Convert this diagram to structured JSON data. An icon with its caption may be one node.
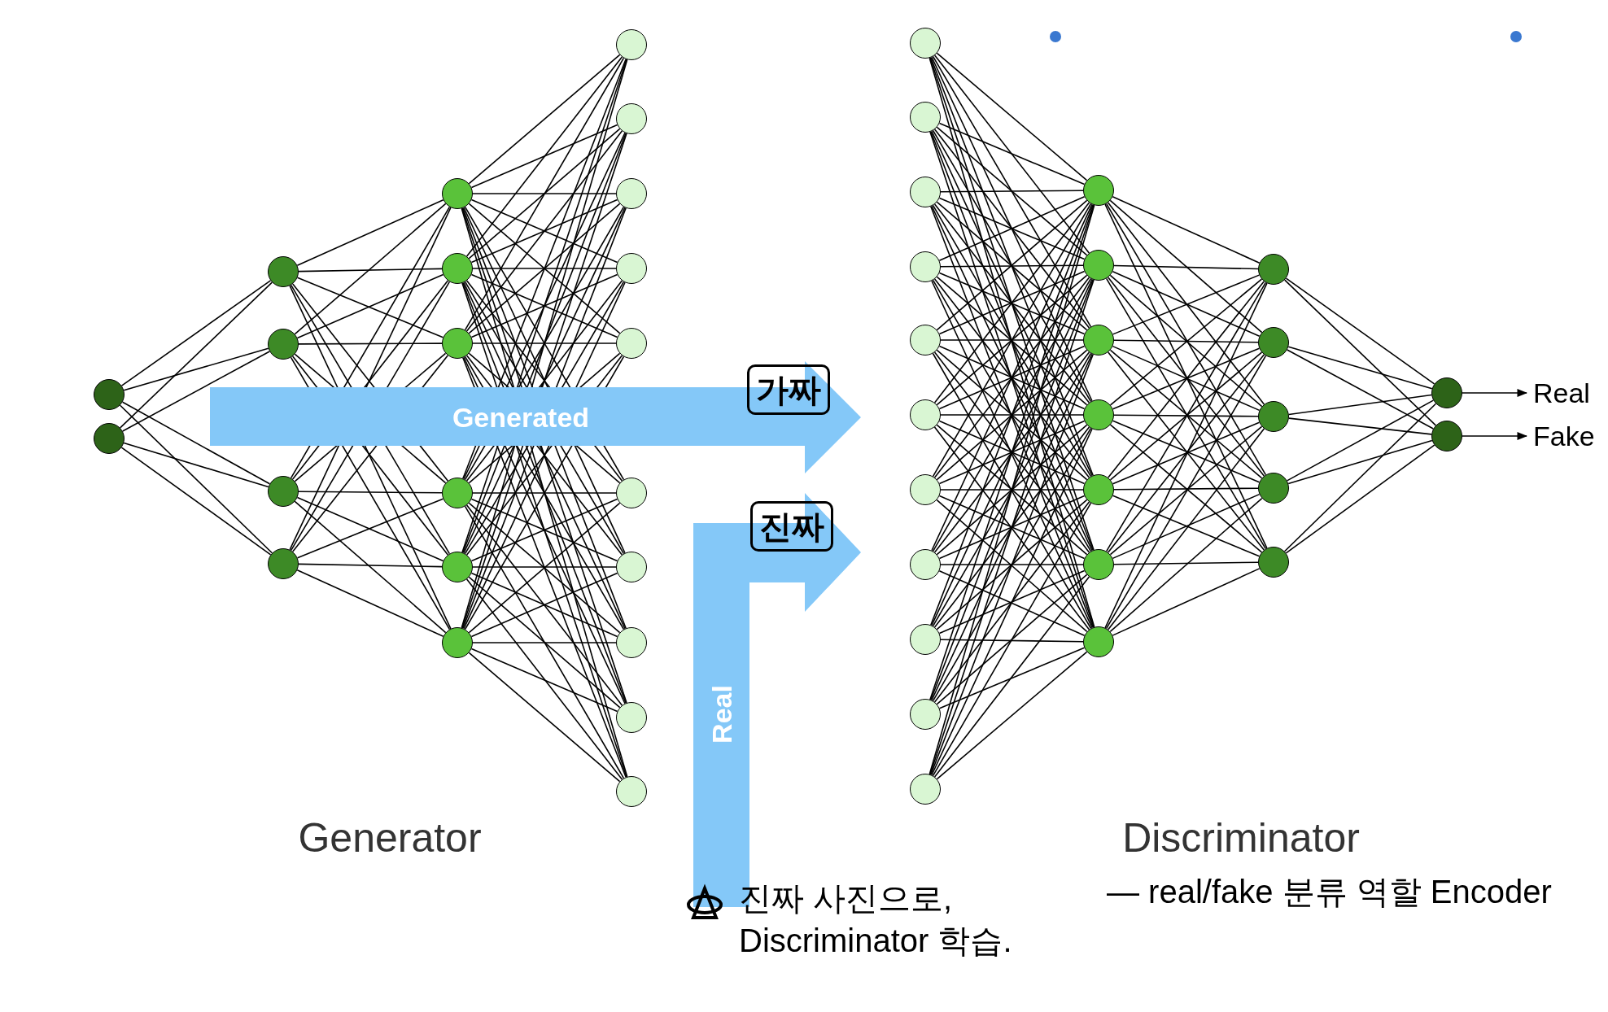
{
  "diagram": {
    "nodes": [
      {
        "text": [],
        "shape": "circle"
      },
      {
        "text": [],
        "shape": "circle"
      },
      {
        "text": [],
        "shape": "circle"
      },
      {
        "text": [],
        "shape": "circle"
      },
      {
        "text": [],
        "shape": "circle"
      },
      {
        "text": [],
        "shape": "circle"
      },
      {
        "text": [],
        "shape": "circle"
      },
      {
        "text": [],
        "shape": "circle"
      },
      {
        "text": [],
        "shape": "circle"
      },
      {
        "text": [],
        "shape": "circle"
      },
      {
        "text": [],
        "shape": "circle"
      },
      {
        "text": [],
        "shape": "circle"
      },
      {
        "text": [],
        "shape": "circle"
      },
      {
        "text": [],
        "shape": "circle"
      },
      {
        "text": [],
        "shape": "circle"
      },
      {
        "text": [],
        "shape": "circle"
      },
      {
        "text": [],
        "shape": "circle"
      },
      {
        "text": [],
        "shape": "circle"
      },
      {
        "text": [],
        "shape": "circle"
      },
      {
        "text": [],
        "shape": "circle"
      },
      {
        "text": [],
        "shape": "circle"
      },
      {
        "text": [],
        "shape": "circle"
      },
      {
        "text": [],
        "shape": "circle"
      },
      {
        "text": [],
        "shape": "circle"
      },
      {
        "text": [],
        "shape": "circle"
      },
      {
        "text": [],
        "shape": "circle"
      },
      {
        "text": [],
        "shape": "circle"
      },
      {
        "text": [],
        "shape": "circle"
      },
      {
        "text": [],
        "shape": "circle"
      },
      {
        "text": [],
        "shape": "circle"
      },
      {
        "text": [],
        "shape": "circle"
      },
      {
        "text": [],
        "shape": "circle"
      },
      {
        "text": [],
        "shape": "circle"
      },
      {
        "text": [],
        "shape": "circle"
      },
      {
        "text": [],
        "shape": "circle"
      },
      {
        "text": [],
        "shape": "circle"
      },
      {
        "text": [],
        "shape": "circle"
      },
      {
        "text": [],
        "shape": "circle"
      },
      {
        "text": [],
        "shape": "circle"
      },
      {
        "text": [],
        "shape": "circle"
      },
      {
        "text": [],
        "shape": "circle"
      },
      {
        "text": [],
        "shape": "circle"
      },
      {
        "text": [],
        "shape": "circle"
      },
      {
        "text": [],
        "shape": "circle"
      },
      {
        "text": [],
        "shape": "circle"
      },
      {
        "text": [],
        "shape": "circle"
      },
      {
        "text": [],
        "shape": "circle"
      },
      {
        "text": [
          "Real"
        ]
      },
      {
        "text": [
          "Fake"
        ]
      }
    ],
    "edges": [
      {
        "from": 0,
        "to": 2,
        "arrow": "none"
      },
      {
        "from": 0,
        "to": 3,
        "arrow": "none"
      },
      {
        "from": 0,
        "to": 4,
        "arrow": "none"
      },
      {
        "from": 0,
        "to": 5,
        "arrow": "none"
      },
      {
        "from": 1,
        "to": 2,
        "arrow": "none"
      },
      {
        "from": 1,
        "to": 3,
        "arrow": "none"
      },
      {
        "from": 1,
        "to": 4,
        "arrow": "none"
      },
      {
        "from": 1,
        "to": 5,
        "arrow": "none"
      },
      {
        "from": 2,
        "to": 6,
        "arrow": "none"
      },
      {
        "from": 2,
        "to": 7,
        "arrow": "none"
      },
      {
        "from": 2,
        "to": 8,
        "arrow": "none"
      },
      {
        "from": 2,
        "to": 9,
        "arrow": "none"
      },
      {
        "from": 2,
        "to": 10,
        "arrow": "none"
      },
      {
        "from": 2,
        "to": 11,
        "arrow": "none"
      },
      {
        "from": 3,
        "to": 6,
        "arrow": "none"
      },
      {
        "from": 3,
        "to": 7,
        "arrow": "none"
      },
      {
        "from": 3,
        "to": 8,
        "arrow": "none"
      },
      {
        "from": 3,
        "to": 9,
        "arrow": "none"
      },
      {
        "from": 3,
        "to": 10,
        "arrow": "none"
      },
      {
        "from": 3,
        "to": 11,
        "arrow": "none"
      },
      {
        "from": 4,
        "to": 6,
        "arrow": "none"
      },
      {
        "from": 4,
        "to": 7,
        "arrow": "none"
      },
      {
        "from": 4,
        "to": 8,
        "arrow": "none"
      },
      {
        "from": 4,
        "to": 9,
        "arrow": "none"
      },
      {
        "from": 4,
        "to": 10,
        "arrow": "none"
      },
      {
        "from": 4,
        "to": 11,
        "arrow": "none"
      },
      {
        "from": 5,
        "to": 6,
        "arrow": "none"
      },
      {
        "from": 5,
        "to": 7,
        "arrow": "none"
      },
      {
        "from": 5,
        "to": 8,
        "arrow": "none"
      },
      {
        "from": 5,
        "to": 9,
        "arrow": "none"
      },
      {
        "from": 5,
        "to": 10,
        "arrow": "none"
      },
      {
        "from": 5,
        "to": 11,
        "arrow": "none"
      },
      {
        "from": 6,
        "to": 12,
        "arrow": "none"
      },
      {
        "from": 6,
        "to": 13,
        "arrow": "none"
      },
      {
        "from": 6,
        "to": 14,
        "arrow": "none"
      },
      {
        "from": 6,
        "to": 15,
        "arrow": "none"
      },
      {
        "from": 6,
        "to": 16,
        "arrow": "none"
      },
      {
        "from": 6,
        "to": 17,
        "arrow": "none"
      },
      {
        "from": 6,
        "to": 18,
        "arrow": "none"
      },
      {
        "from": 6,
        "to": 19,
        "arrow": "none"
      },
      {
        "from": 6,
        "to": 20,
        "arrow": "none"
      },
      {
        "from": 6,
        "to": 21,
        "arrow": "none"
      },
      {
        "from": 7,
        "to": 12,
        "arrow": "none"
      },
      {
        "from": 7,
        "to": 13,
        "arrow": "none"
      },
      {
        "from": 7,
        "to": 14,
        "arrow": "none"
      },
      {
        "from": 7,
        "to": 15,
        "arrow": "none"
      },
      {
        "from": 7,
        "to": 16,
        "arrow": "none"
      },
      {
        "from": 7,
        "to": 17,
        "arrow": "none"
      },
      {
        "from": 7,
        "to": 18,
        "arrow": "none"
      },
      {
        "from": 7,
        "to": 19,
        "arrow": "none"
      },
      {
        "from": 7,
        "to": 20,
        "arrow": "none"
      },
      {
        "from": 7,
        "to": 21,
        "arrow": "none"
      },
      {
        "from": 8,
        "to": 12,
        "arrow": "none"
      },
      {
        "from": 8,
        "to": 13,
        "arrow": "none"
      },
      {
        "from": 8,
        "to": 14,
        "arrow": "none"
      },
      {
        "from": 8,
        "to": 15,
        "arrow": "none"
      },
      {
        "from": 8,
        "to": 16,
        "arrow": "none"
      },
      {
        "from": 8,
        "to": 17,
        "arrow": "none"
      },
      {
        "from": 8,
        "to": 18,
        "arrow": "none"
      },
      {
        "from": 8,
        "to": 19,
        "arrow": "none"
      },
      {
        "from": 8,
        "to": 20,
        "arrow": "none"
      },
      {
        "from": 8,
        "to": 21,
        "arrow": "none"
      },
      {
        "from": 9,
        "to": 12,
        "arrow": "none"
      },
      {
        "from": 9,
        "to": 13,
        "arrow": "none"
      },
      {
        "from": 9,
        "to": 14,
        "arrow": "none"
      },
      {
        "from": 9,
        "to": 15,
        "arrow": "none"
      },
      {
        "from": 9,
        "to": 16,
        "arrow": "none"
      },
      {
        "from": 9,
        "to": 17,
        "arrow": "none"
      },
      {
        "from": 9,
        "to": 18,
        "arrow": "none"
      },
      {
        "from": 9,
        "to": 19,
        "arrow": "none"
      },
      {
        "from": 9,
        "to": 20,
        "arrow": "none"
      },
      {
        "from": 9,
        "to": 21,
        "arrow": "none"
      },
      {
        "from": 10,
        "to": 12,
        "arrow": "none"
      },
      {
        "from": 10,
        "to": 13,
        "arrow": "none"
      },
      {
        "from": 10,
        "to": 14,
        "arrow": "none"
      },
      {
        "from": 10,
        "to": 15,
        "arrow": "none"
      },
      {
        "from": 10,
        "to": 16,
        "arrow": "none"
      },
      {
        "from": 10,
        "to": 17,
        "arrow": "none"
      },
      {
        "from": 10,
        "to": 18,
        "arrow": "none"
      },
      {
        "from": 10,
        "to": 19,
        "arrow": "none"
      },
      {
        "from": 10,
        "to": 20,
        "arrow": "none"
      },
      {
        "from": 10,
        "to": 21,
        "arrow": "none"
      },
      {
        "from": 11,
        "to": 12,
        "arrow": "none"
      },
      {
        "from": 11,
        "to": 13,
        "arrow": "none"
      },
      {
        "from": 11,
        "to": 14,
        "arrow": "none"
      },
      {
        "from": 11,
        "to": 15,
        "arrow": "none"
      },
      {
        "from": 11,
        "to": 16,
        "arrow": "none"
      },
      {
        "from": 11,
        "to": 17,
        "arrow": "none"
      },
      {
        "from": 11,
        "to": 18,
        "arrow": "none"
      },
      {
        "from": 11,
        "to": 19,
        "arrow": "none"
      },
      {
        "from": 11,
        "to": 20,
        "arrow": "none"
      },
      {
        "from": 11,
        "to": 21,
        "arrow": "none"
      },
      {
        "from": 22,
        "to": 33,
        "arrow": "none"
      },
      {
        "from": 22,
        "to": 34,
        "arrow": "none"
      },
      {
        "from": 22,
        "to": 35,
        "arrow": "none"
      },
      {
        "from": 22,
        "to": 36,
        "arrow": "none"
      },
      {
        "from": 22,
        "to": 37,
        "arrow": "none"
      },
      {
        "from": 22,
        "to": 38,
        "arrow": "none"
      },
      {
        "from": 22,
        "to": 39,
        "arrow": "none"
      },
      {
        "from": 23,
        "to": 33,
        "arrow": "none"
      },
      {
        "from": 23,
        "to": 34,
        "arrow": "none"
      },
      {
        "from": 23,
        "to": 35,
        "arrow": "none"
      },
      {
        "from": 23,
        "to": 36,
        "arrow": "none"
      },
      {
        "from": 23,
        "to": 37,
        "arrow": "none"
      },
      {
        "from": 23,
        "to": 38,
        "arrow": "none"
      },
      {
        "from": 23,
        "to": 39,
        "arrow": "none"
      },
      {
        "from": 24,
        "to": 33,
        "arrow": "none"
      },
      {
        "from": 24,
        "to": 34,
        "arrow": "none"
      },
      {
        "from": 24,
        "to": 35,
        "arrow": "none"
      },
      {
        "from": 24,
        "to": 36,
        "arrow": "none"
      },
      {
        "from": 24,
        "to": 37,
        "arrow": "none"
      },
      {
        "from": 24,
        "to": 38,
        "arrow": "none"
      },
      {
        "from": 24,
        "to": 39,
        "arrow": "none"
      },
      {
        "from": 25,
        "to": 33,
        "arrow": "none"
      },
      {
        "from": 25,
        "to": 34,
        "arrow": "none"
      },
      {
        "from": 25,
        "to": 35,
        "arrow": "none"
      },
      {
        "from": 25,
        "to": 36,
        "arrow": "none"
      },
      {
        "from": 25,
        "to": 37,
        "arrow": "none"
      },
      {
        "from": 25,
        "to": 38,
        "arrow": "none"
      },
      {
        "from": 25,
        "to": 39,
        "arrow": "none"
      },
      {
        "from": 26,
        "to": 33,
        "arrow": "none"
      },
      {
        "from": 26,
        "to": 34,
        "arrow": "none"
      },
      {
        "from": 26,
        "to": 35,
        "arrow": "none"
      },
      {
        "from": 26,
        "to": 36,
        "arrow": "none"
      },
      {
        "from": 26,
        "to": 37,
        "arrow": "none"
      },
      {
        "from": 26,
        "to": 38,
        "arrow": "none"
      },
      {
        "from": 26,
        "to": 39,
        "arrow": "none"
      },
      {
        "from": 27,
        "to": 33,
        "arrow": "none"
      },
      {
        "from": 27,
        "to": 34,
        "arrow": "none"
      },
      {
        "from": 27,
        "to": 35,
        "arrow": "none"
      },
      {
        "from": 27,
        "to": 36,
        "arrow": "none"
      },
      {
        "from": 27,
        "to": 37,
        "arrow": "none"
      },
      {
        "from": 27,
        "to": 38,
        "arrow": "none"
      },
      {
        "from": 27,
        "to": 39,
        "arrow": "none"
      },
      {
        "from": 28,
        "to": 33,
        "arrow": "none"
      },
      {
        "from": 28,
        "to": 34,
        "arrow": "none"
      },
      {
        "from": 28,
        "to": 35,
        "arrow": "none"
      },
      {
        "from": 28,
        "to": 36,
        "arrow": "none"
      },
      {
        "from": 28,
        "to": 37,
        "arrow": "none"
      },
      {
        "from": 28,
        "to": 38,
        "arrow": "none"
      },
      {
        "from": 28,
        "to": 39,
        "arrow": "none"
      },
      {
        "from": 29,
        "to": 33,
        "arrow": "none"
      },
      {
        "from": 29,
        "to": 34,
        "arrow": "none"
      },
      {
        "from": 29,
        "to": 35,
        "arrow": "none"
      },
      {
        "from": 29,
        "to": 36,
        "arrow": "none"
      },
      {
        "from": 29,
        "to": 37,
        "arrow": "none"
      },
      {
        "from": 29,
        "to": 38,
        "arrow": "none"
      },
      {
        "from": 29,
        "to": 39,
        "arrow": "none"
      },
      {
        "from": 30,
        "to": 33,
        "arrow": "none"
      },
      {
        "from": 30,
        "to": 34,
        "arrow": "none"
      },
      {
        "from": 30,
        "to": 35,
        "arrow": "none"
      },
      {
        "from": 30,
        "to": 36,
        "arrow": "none"
      },
      {
        "from": 30,
        "to": 37,
        "arrow": "none"
      },
      {
        "from": 30,
        "to": 38,
        "arrow": "none"
      },
      {
        "from": 30,
        "to": 39,
        "arrow": "none"
      },
      {
        "from": 31,
        "to": 33,
        "arrow": "none"
      },
      {
        "from": 31,
        "to": 34,
        "arrow": "none"
      },
      {
        "from": 31,
        "to": 35,
        "arrow": "none"
      },
      {
        "from": 31,
        "to": 36,
        "arrow": "none"
      },
      {
        "from": 31,
        "to": 37,
        "arrow": "none"
      },
      {
        "from": 31,
        "to": 38,
        "arrow": "none"
      },
      {
        "from": 31,
        "to": 39,
        "arrow": "none"
      },
      {
        "from": 32,
        "to": 33,
        "arrow": "none"
      },
      {
        "from": 32,
        "to": 34,
        "arrow": "none"
      },
      {
        "from": 32,
        "to": 35,
        "arrow": "none"
      },
      {
        "from": 32,
        "to": 36,
        "arrow": "none"
      },
      {
        "from": 32,
        "to": 37,
        "arrow": "none"
      },
      {
        "from": 32,
        "to": 38,
        "arrow": "none"
      },
      {
        "from": 32,
        "to": 39,
        "arrow": "none"
      },
      {
        "from": 33,
        "to": 40,
        "arrow": "none"
      },
      {
        "from": 33,
        "to": 41,
        "arrow": "none"
      },
      {
        "from": 33,
        "to": 42,
        "arrow": "none"
      },
      {
        "from": 33,
        "to": 43,
        "arrow": "none"
      },
      {
        "from": 33,
        "to": 44,
        "arrow": "none"
      },
      {
        "from": 34,
        "to": 40,
        "arrow": "none"
      },
      {
        "from": 34,
        "to": 41,
        "arrow": "none"
      },
      {
        "from": 34,
        "to": 42,
        "arrow": "none"
      },
      {
        "from": 34,
        "to": 43,
        "arrow": "none"
      },
      {
        "from": 34,
        "to": 44,
        "arrow": "none"
      },
      {
        "from": 35,
        "to": 40,
        "arrow": "none"
      },
      {
        "from": 35,
        "to": 41,
        "arrow": "none"
      },
      {
        "from": 35,
        "to": 42,
        "arrow": "none"
      },
      {
        "from": 35,
        "to": 43,
        "arrow": "none"
      },
      {
        "from": 35,
        "to": 44,
        "arrow": "none"
      },
      {
        "from": 36,
        "to": 40,
        "arrow": "none"
      },
      {
        "from": 36,
        "to": 41,
        "arrow": "none"
      },
      {
        "from": 36,
        "to": 42,
        "arrow": "none"
      },
      {
        "from": 36,
        "to": 43,
        "arrow": "none"
      },
      {
        "from": 36,
        "to": 44,
        "arrow": "none"
      },
      {
        "from": 37,
        "to": 40,
        "arrow": "none"
      },
      {
        "from": 37,
        "to": 41,
        "arrow": "none"
      },
      {
        "from": 37,
        "to": 42,
        "arrow": "none"
      },
      {
        "from": 37,
        "to": 43,
        "arrow": "none"
      },
      {
        "from": 37,
        "to": 44,
        "arrow": "none"
      },
      {
        "from": 38,
        "to": 40,
        "arrow": "none"
      },
      {
        "from": 38,
        "to": 41,
        "arrow": "none"
      },
      {
        "from": 38,
        "to": 42,
        "arrow": "none"
      },
      {
        "from": 38,
        "to": 43,
        "arrow": "none"
      },
      {
        "from": 38,
        "to": 44,
        "arrow": "none"
      },
      {
        "from": 39,
        "to": 40,
        "arrow": "none"
      },
      {
        "from": 39,
        "to": 41,
        "arrow": "none"
      },
      {
        "from": 39,
        "to": 42,
        "arrow": "none"
      },
      {
        "from": 39,
        "to": 43,
        "arrow": "none"
      },
      {
        "from": 39,
        "to": 44,
        "arrow": "none"
      },
      {
        "from": 40,
        "to": 45,
        "arrow": "none"
      },
      {
        "from": 40,
        "to": 46,
        "arrow": "none"
      },
      {
        "from": 41,
        "to": 45,
        "arrow": "none"
      },
      {
        "from": 41,
        "to": 46,
        "arrow": "none"
      },
      {
        "from": 42,
        "to": 45,
        "arrow": "none"
      },
      {
        "from": 42,
        "to": 46,
        "arrow": "none"
      },
      {
        "from": 43,
        "to": 45,
        "arrow": "none"
      },
      {
        "from": 43,
        "to": 46,
        "arrow": "none"
      },
      {
        "from": 44,
        "to": 45,
        "arrow": "none"
      },
      {
        "from": 44,
        "to": 46,
        "arrow": "none"
      },
      {
        "from": 45,
        "to": 47,
        "arrow": "to"
      },
      {
        "from": 46,
        "to": 48,
        "arrow": "to"
      }
    ],
    "labels": [
      "Generated",
      "가짜",
      "Real",
      "진짜",
      "Generator",
      "Discriminator",
      "진짜 사진으로, Discriminator 학습.",
      "— real/fake 분류 역할 Encoder"
    ]
  }
}
